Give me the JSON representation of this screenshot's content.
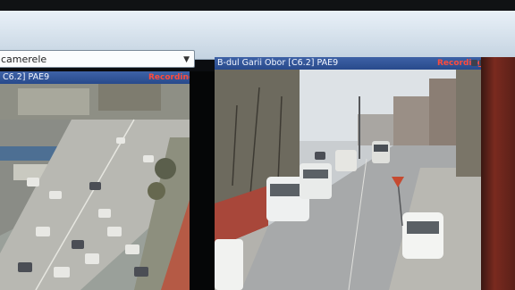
{
  "toolbar": {
    "camera_select_value": "camerele",
    "camera_select_icon": "chevron-down-icon"
  },
  "cameras": [
    {
      "title": "C6.2] PAE9",
      "status": "Recording",
      "status_color": "#ff4b3c",
      "indicator_colors": [
        "#3c4150",
        "#2ecc71"
      ]
    },
    {
      "title": "B-dul Garii Obor [C6.2] PAE9",
      "status": "Recording",
      "status_color": "#ff4b3c",
      "indicator_colors": [
        "#3c4150",
        "#3c4150",
        "#3c4150"
      ]
    }
  ]
}
